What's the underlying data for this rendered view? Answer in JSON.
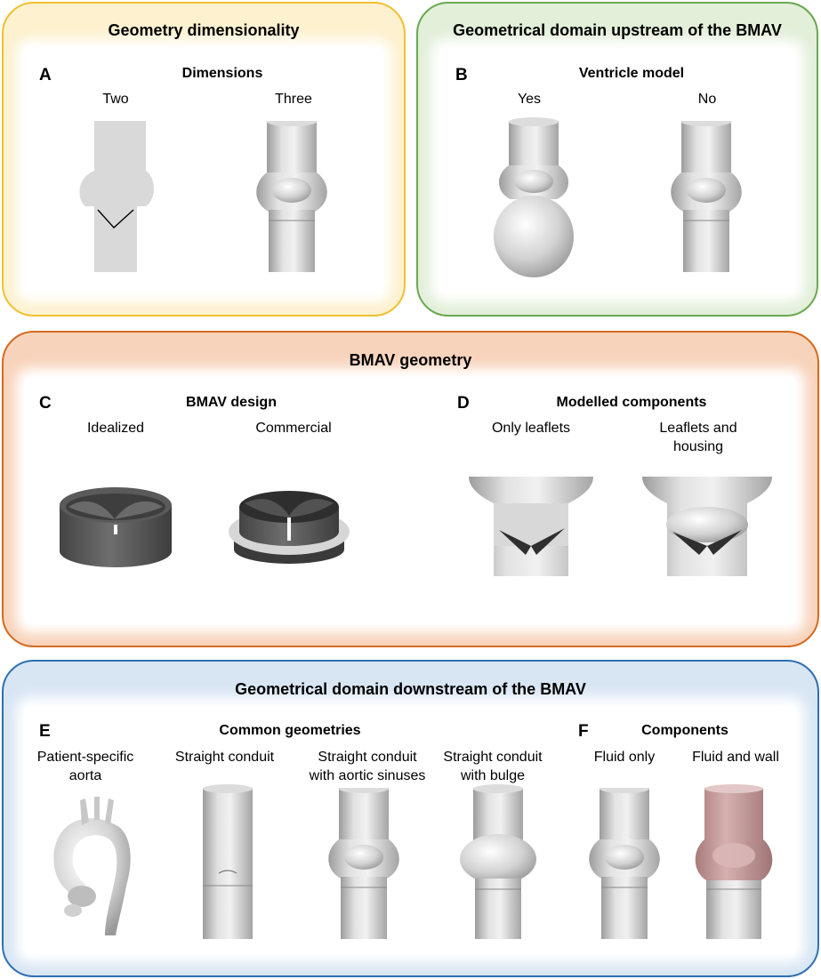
{
  "panels": {
    "geometry_dimensionality": {
      "title": "Geometry dimensionality",
      "letter": "A",
      "subtitle": "Dimensions",
      "labels": [
        "Two",
        "Three"
      ]
    },
    "upstream": {
      "title": "Geometrical domain upstream of the BMAV",
      "letter": "B",
      "subtitle": "Ventricle model",
      "labels": [
        "Yes",
        "No"
      ]
    },
    "bmav_geometry": {
      "title": "BMAV geometry",
      "design": {
        "letter": "C",
        "subtitle": "BMAV design",
        "labels": [
          "Idealized",
          "Commercial"
        ]
      },
      "components": {
        "letter": "D",
        "subtitle": "Modelled components",
        "labels": [
          "Only leaflets",
          "Leaflets and",
          "housing"
        ]
      }
    },
    "downstream": {
      "title": "Geometrical domain downstream of the BMAV",
      "common": {
        "letter": "E",
        "subtitle": "Common geometries",
        "labels": [
          "Patient-specific",
          "aorta",
          "Straight conduit",
          "Straight conduit",
          "with aortic sinuses",
          "Straight conduit",
          "with bulge"
        ]
      },
      "components": {
        "letter": "F",
        "subtitle": "Components",
        "labels": [
          "Fluid only",
          "Fluid and wall"
        ]
      }
    }
  },
  "colors": {
    "yellow_border": "#f0c030",
    "green_border": "#6aa84f",
    "orange_border": "#d46a1f",
    "blue_border": "#2e6fb1",
    "wall_tint": "#c99a9a"
  }
}
